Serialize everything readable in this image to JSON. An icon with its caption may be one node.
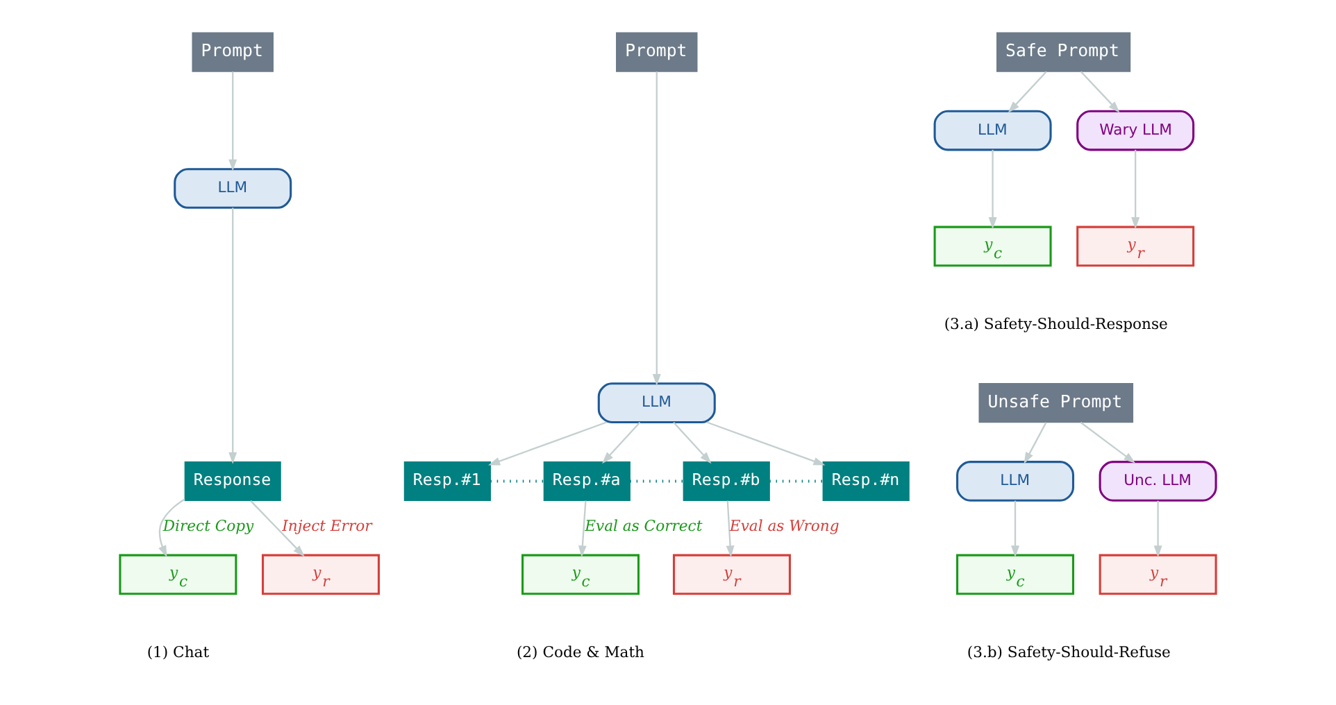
{
  "diagram": {
    "nodes": [
      {
        "text": [
          "Prompt"
        ]
      },
      {
        "text": [
          "LLM"
        ]
      },
      {
        "text": [
          "Response"
        ]
      },
      {
        "text": [
          "*y*$_{c}$"
        ]
      },
      {
        "text": [
          "*y*$_{r}$"
        ]
      },
      {
        "text": [
          "Prompt"
        ]
      },
      {
        "text": [
          "LLM"
        ]
      },
      {
        "text": [
          "Resp.#1"
        ]
      },
      {
        "text": [
          "Resp.#a"
        ]
      },
      {
        "text": [
          "Resp.#b"
        ]
      },
      {
        "text": [
          "Resp.#n"
        ]
      },
      {
        "text": [
          "*y*$_{c}$"
        ]
      },
      {
        "text": [
          "*y*$_{r}$"
        ]
      },
      {
        "text": [
          "Safe Prompt"
        ]
      },
      {
        "text": [
          "LLM"
        ]
      },
      {
        "text": [
          "Wary LLM"
        ]
      },
      {
        "text": [
          "*y*$_{c}$"
        ]
      },
      {
        "text": [
          "*y*$_{r}$"
        ]
      },
      {
        "text": [
          "Unsafe Prompt"
        ]
      },
      {
        "text": [
          "LLM"
        ]
      },
      {
        "text": [
          "Unc. LLM"
        ]
      },
      {
        "text": [
          "*y*$_{c}$"
        ]
      },
      {
        "text": [
          "*y*$_{r}$"
        ]
      }
    ],
    "edges": [
      {
        "from": 0,
        "to": 1,
        "arrow": "to"
      },
      {
        "from": 1,
        "to": 2,
        "arrow": "to"
      },
      {
        "from": 2,
        "to": 3,
        "arrow": "to",
        "label": "Direct Copy"
      },
      {
        "from": 2,
        "to": 4,
        "arrow": "to",
        "label": "Inject Error"
      },
      {
        "from": 5,
        "to": 6,
        "arrow": "to"
      },
      {
        "from": 6,
        "to": 7,
        "arrow": "to"
      },
      {
        "from": 6,
        "to": 8,
        "arrow": "to"
      },
      {
        "from": 6,
        "to": 9,
        "arrow": "to"
      },
      {
        "from": 6,
        "to": 10,
        "arrow": "to"
      },
      {
        "from": 7,
        "to": 8,
        "arrow": "none",
        "style": "dashed",
        "color": "#008080"
      },
      {
        "from": 8,
        "to": 9,
        "arrow": "none",
        "style": "dashed",
        "color": "#008080"
      },
      {
        "from": 9,
        "to": 10,
        "arrow": "none",
        "style": "dashed",
        "color": "#008080"
      },
      {
        "from": 8,
        "to": 11,
        "arrow": "to",
        "label": "Eval as Correct"
      },
      {
        "from": 9,
        "to": 12,
        "arrow": "to",
        "label": "Eval as Wrong"
      },
      {
        "from": 13,
        "to": 14,
        "arrow": "to"
      },
      {
        "from": 13,
        "to": 15,
        "arrow": "to"
      },
      {
        "from": 14,
        "to": 16,
        "arrow": "to"
      },
      {
        "from": 15,
        "to": 17,
        "arrow": "to"
      },
      {
        "from": 18,
        "to": 19,
        "arrow": "to"
      },
      {
        "from": 18,
        "to": 20,
        "arrow": "to"
      },
      {
        "from": 19,
        "to": 21,
        "arrow": "to"
      },
      {
        "from": 20,
        "to": 22,
        "arrow": "to"
      }
    ],
    "labels": [
      "(1) Chat",
      "(2) Code & Math",
      "(3.a) Safety-Should-Response",
      "(3.b) Safety-Should-Refuse"
    ]
  }
}
